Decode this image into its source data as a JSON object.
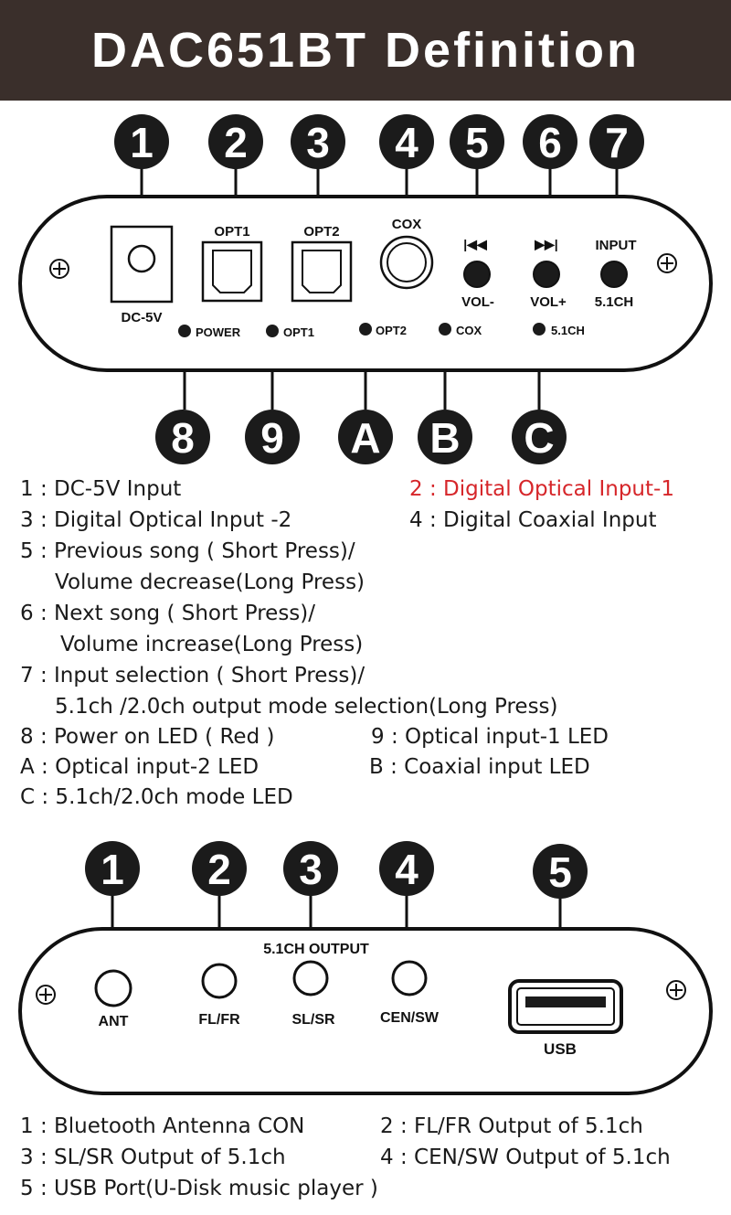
{
  "header": {
    "title": "DAC651BT  Definition"
  },
  "colors": {
    "header_bg": "#3a2f2b",
    "accent_red": "#d6262a",
    "callout_fill": "#1b1b1b"
  },
  "front_panel": {
    "callouts_top": [
      "1",
      "2",
      "3",
      "4",
      "5",
      "6",
      "7"
    ],
    "callouts_bottom": [
      "8",
      "9",
      "A",
      "B",
      "C"
    ],
    "labels": {
      "dc": "DC-5V",
      "opt1": "OPT1",
      "opt2": "OPT2",
      "cox": "COX",
      "prev_icon": "|◀◀",
      "next_icon": "▶▶|",
      "vol_minus": "VOL-",
      "vol_plus": "VOL+",
      "input": "INPUT",
      "input_sub": "5.1CH",
      "led_power": "POWER",
      "led_opt1": "OPT1",
      "led_opt2": "OPT2",
      "led_cox": "COX",
      "led_51": "5.1CH"
    },
    "descriptions": [
      "1 : DC-5V Input",
      "2 : Digital Optical Input-1",
      "3 : Digital Optical Input -2",
      "4 : Digital Coaxial Input",
      "5 : Previous song ( Short Press)/",
      "Volume decrease(Long Press)",
      "6 : Next song ( Short Press)/",
      "Volume increase(Long Press)",
      "7 : Input selection ( Short Press)/",
      "5.1ch /2.0ch output mode selection(Long Press)",
      "8 : Power on LED ( Red )",
      "9 : Optical input-1 LED",
      "A : Optical input-2 LED",
      "B : Coaxial input LED",
      "C : 5.1ch/2.0ch mode LED"
    ]
  },
  "rear_panel": {
    "callouts": [
      "1",
      "2",
      "3",
      "4",
      "5"
    ],
    "labels": {
      "group": "5.1CH OUTPUT",
      "ant": "ANT",
      "flfr": "FL/FR",
      "slsr": "SL/SR",
      "censw": "CEN/SW",
      "usb": "USB"
    },
    "descriptions": [
      "1 : Bluetooth Antenna CON",
      "2 :  FL/FR Output of 5.1ch",
      "3 : SL/SR Output of 5.1ch",
      "4 : CEN/SW Output of 5.1ch",
      "5 : USB Port(U-Disk music player )"
    ]
  }
}
